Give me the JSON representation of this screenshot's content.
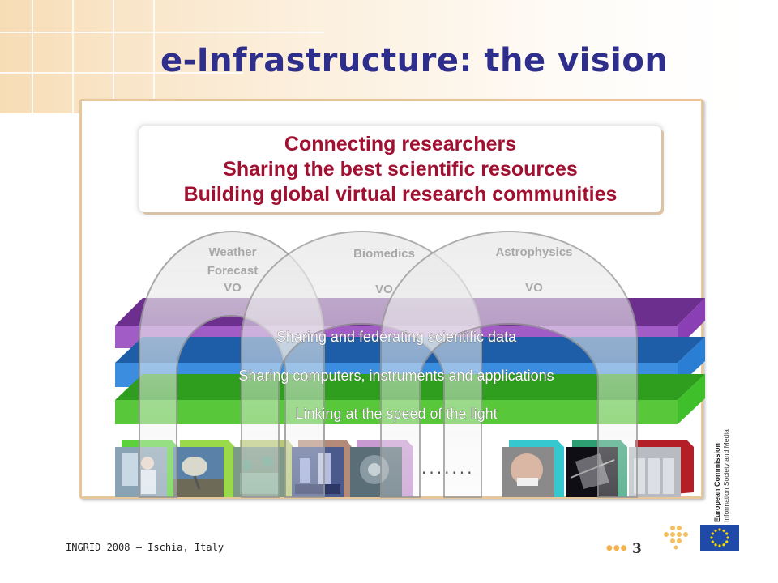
{
  "slide": {
    "title": "e-Infrastructure: the vision",
    "footer": "INGRID 2008 – Ischia, Italy",
    "page_number": "3"
  },
  "vision": {
    "lines": [
      "Connecting researchers",
      "Sharing the best scientific resources",
      "Building global virtual research communities"
    ],
    "color": "#a01030"
  },
  "layers": [
    {
      "label": "Sharing and federating scientific data",
      "color": "#9a4cc0"
    },
    {
      "label": "Sharing computers, instruments and applications",
      "color": "#2e86d8"
    },
    {
      "label": "Linking at the speed of the light",
      "color": "#4ec43a"
    }
  ],
  "virtual_organizations": [
    {
      "name_lines": [
        "Weather",
        "Forecast"
      ],
      "vo": "VO"
    },
    {
      "name_lines": [
        "Biomedics"
      ],
      "vo": "VO"
    },
    {
      "name_lines": [
        "Astrophysics"
      ],
      "vo": "VO"
    }
  ],
  "resources": {
    "ellipsis": ".......",
    "items": [
      {
        "name": "laboratory-photo",
        "color": "#5bd23a"
      },
      {
        "name": "satellite-dish-photo",
        "color": "#9ad94a"
      },
      {
        "name": "surgery-room-photo",
        "color": "#b9c876"
      },
      {
        "name": "robot-arm-photo",
        "color": "#b48a78"
      },
      {
        "name": "instrument-photo",
        "color": "#c89ad2"
      },
      {
        "name": "microscope-researcher-photo",
        "color": "#35c9cf"
      },
      {
        "name": "space-station-photo",
        "color": "#2c9e72"
      },
      {
        "name": "server-room-photo",
        "color": "#b41e26"
      }
    ]
  },
  "branding": {
    "commission_line1": "European Commission",
    "commission_line2": "Information Society and Media",
    "flag_color": "#1f4aa8",
    "star_color": "#ffdd00"
  },
  "colors": {
    "title": "#2e2e8c",
    "frame": "#e7c69a",
    "corner_accent": "#f4b24a"
  }
}
